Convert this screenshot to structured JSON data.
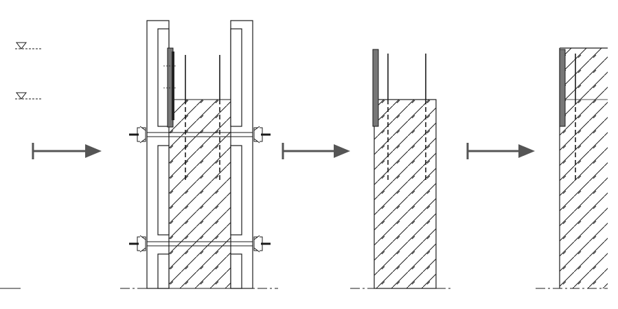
{
  "diagram": {
    "description_free": true,
    "stages": [
      {
        "id": "stage-1",
        "elements": [
          "level-marker",
          "level-marker",
          "formwork-left",
          "formwork-right",
          "waterstop-strip",
          "tie-rod",
          "tie-rod",
          "concrete-fill",
          "rebar"
        ]
      },
      {
        "id": "stage-2",
        "elements": [
          "waterstop-strip",
          "concrete-fill",
          "rebar"
        ]
      },
      {
        "id": "stage-3",
        "elements": [
          "waterstop-strip",
          "concrete-fill",
          "rebar",
          "concrete-fill"
        ]
      }
    ],
    "arrows": [
      "arrow",
      "arrow",
      "arrow"
    ],
    "colors": {
      "line": "#1a1a1a",
      "strip": "#555555",
      "arrow": "#555555",
      "ground": "#bbbbbb",
      "background": "#ffffff"
    }
  }
}
